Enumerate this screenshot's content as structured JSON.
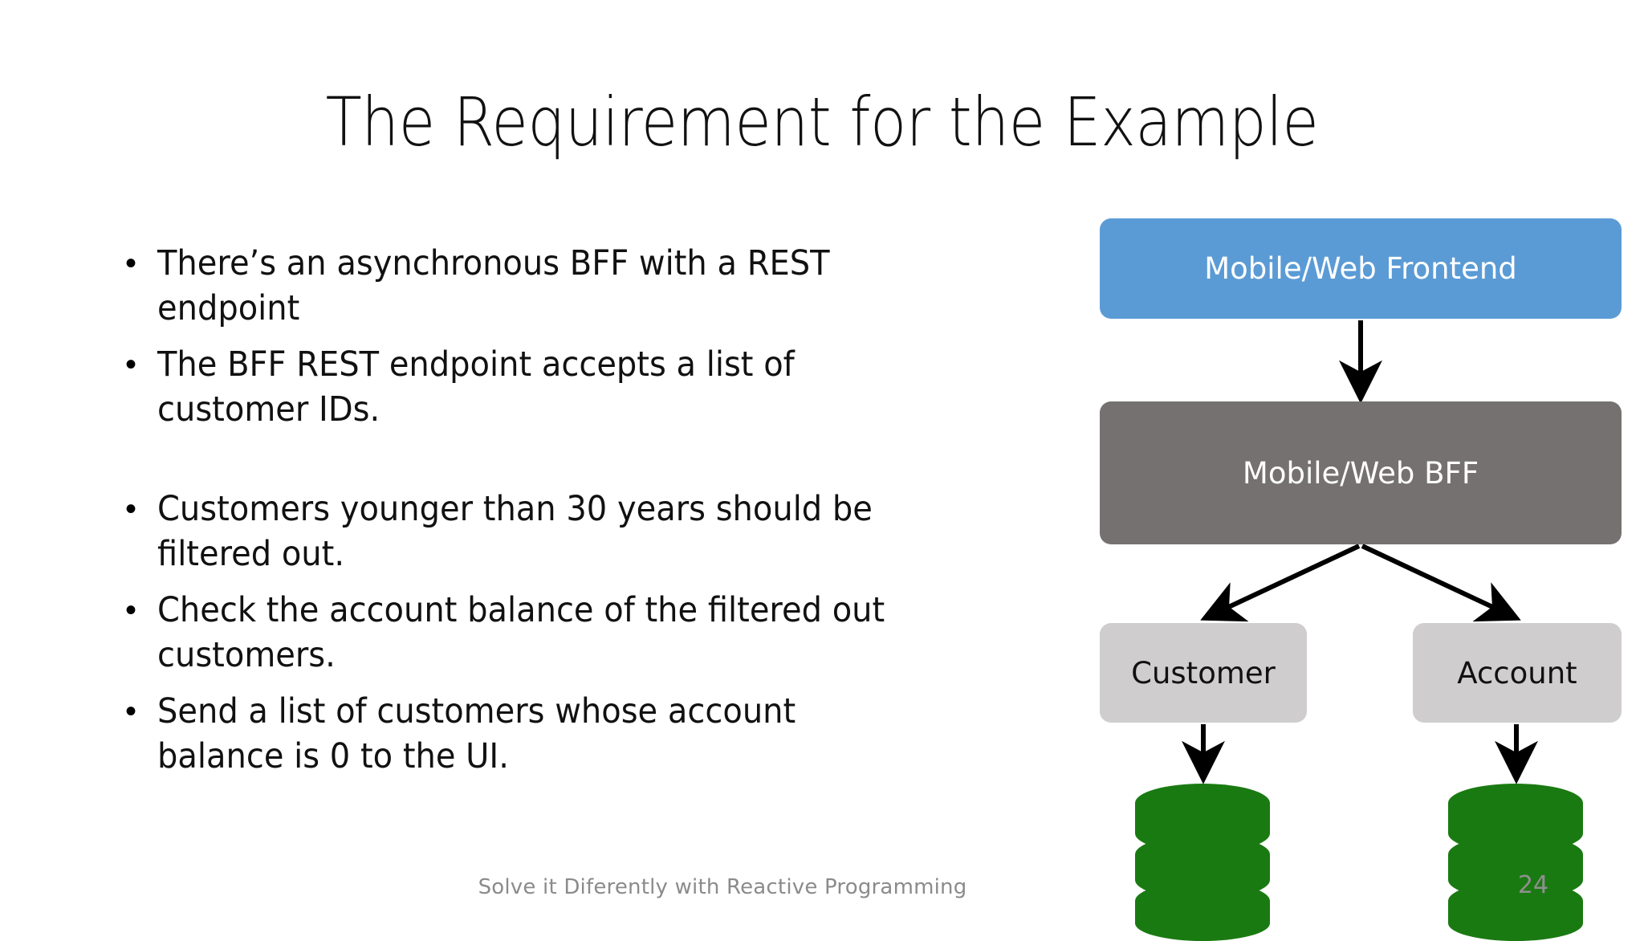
{
  "slide": {
    "title": "The Requirement for the Example",
    "background_color": "#ffffff",
    "page_number": "24",
    "footer": "Solve it Diferently with Reactive Programming"
  },
  "bullets": [
    {
      "marker": "•",
      "text": "There’s an asynchronous BFF with a REST endpoint"
    },
    {
      "marker": "•",
      "text": "The BFF REST endpoint accepts a list of customer IDs."
    },
    {
      "marker": "•",
      "text": "Customers younger than 30 years should be filtered out."
    },
    {
      "marker": "•",
      "text": "Check the account balance of the filtered out customers."
    },
    {
      "marker": "•",
      "text": "Send a list of customers whose account balance is 0 to the UI."
    }
  ],
  "diagram": {
    "type": "flowchart",
    "nodes": [
      {
        "id": "frontend",
        "label": "Mobile/Web Frontend",
        "fill": "#5b9bd5",
        "text_color": "#ffffff"
      },
      {
        "id": "bff",
        "label": "Mobile/Web BFF",
        "fill": "#767171",
        "text_color": "#ffffff"
      },
      {
        "id": "customer",
        "label": "Customer",
        "fill": "#cfcdcd",
        "text_color": "#111111"
      },
      {
        "id": "account",
        "label": "Account",
        "fill": "#cfcdcd",
        "text_color": "#111111"
      }
    ],
    "databases": [
      {
        "id": "customer-db",
        "icon": "database-cylinder-icon",
        "fill": "#1a7a12"
      },
      {
        "id": "account-db",
        "icon": "database-cylinder-icon",
        "fill": "#1a7a12"
      }
    ],
    "edges": [
      {
        "from": "frontend",
        "to": "bff",
        "style": "arrow-down"
      },
      {
        "from": "bff",
        "to": "customer",
        "style": "arrow-diagonal-left"
      },
      {
        "from": "bff",
        "to": "account",
        "style": "arrow-diagonal-right"
      },
      {
        "from": "customer",
        "to": "customer-db",
        "style": "arrow-down"
      },
      {
        "from": "account",
        "to": "account-db",
        "style": "arrow-down"
      }
    ],
    "arrow_color": "#000000"
  }
}
